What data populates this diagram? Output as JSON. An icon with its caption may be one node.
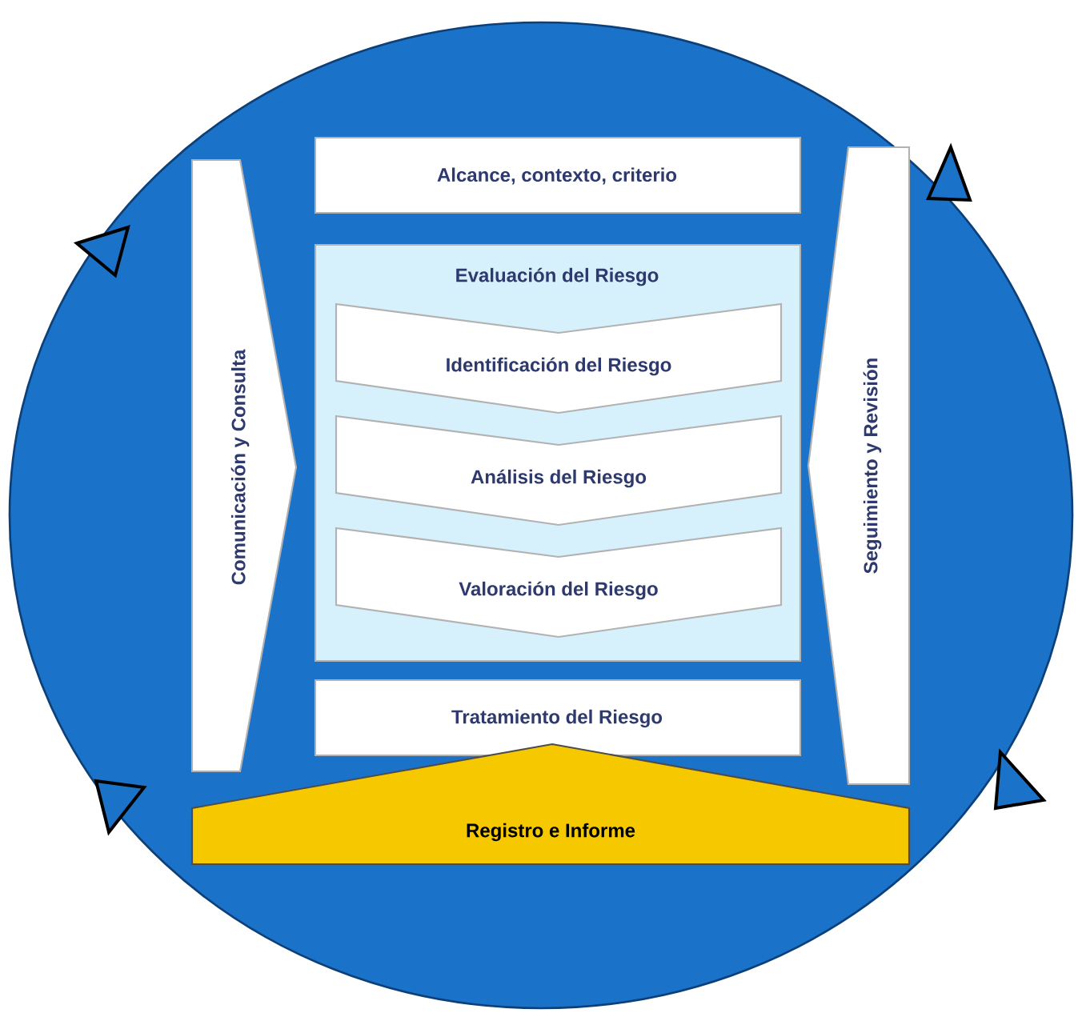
{
  "diagram": {
    "nodes": [
      {
        "text": [
          "Comunicación y Consulta"
        ]
      },
      {
        "text": [
          "Alcance, contexto, criterio"
        ]
      },
      {
        "text": [
          "Evaluación del Riesgo"
        ]
      },
      {
        "text": [
          "Identificación del Riesgo"
        ],
        "in": 2
      },
      {
        "text": [
          "Análisis del Riesgo"
        ],
        "in": 2
      },
      {
        "text": [
          "Valoración del Riesgo"
        ],
        "in": 2
      },
      {
        "text": [
          "Tratamiento del Riesgo"
        ]
      },
      {
        "text": [
          "Seguimiento y Revisión"
        ]
      },
      {
        "text": [
          "Registro e Informe"
        ]
      }
    ]
  }
}
